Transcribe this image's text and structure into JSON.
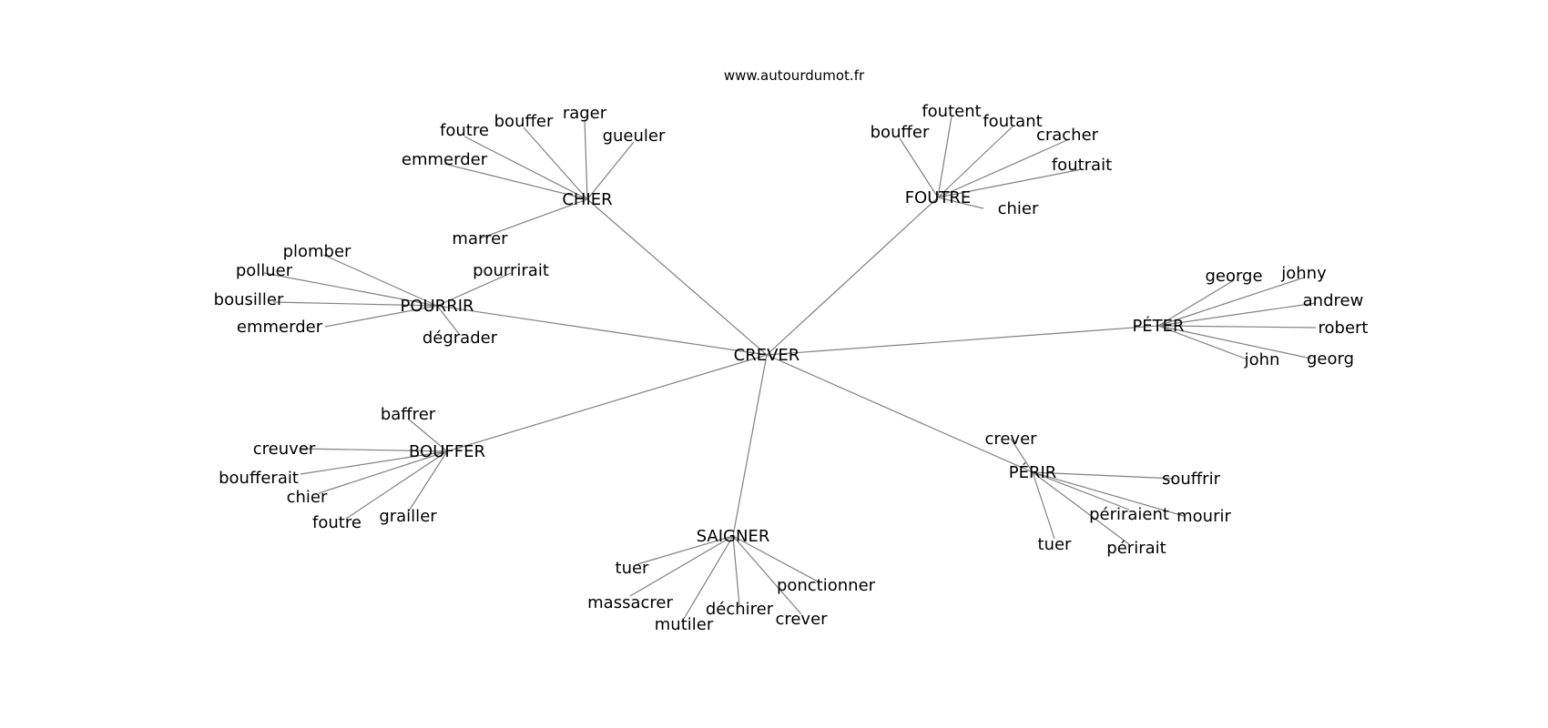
{
  "header": {
    "site_url": "www.autourdumot.fr"
  },
  "graph": {
    "center": "CREVER",
    "clusters": [
      {
        "label": "CHIER",
        "children": [
          "foutre",
          "bouffer",
          "rager",
          "gueuler",
          "emmerder",
          "marrer"
        ]
      },
      {
        "label": "FOUTRE",
        "children": [
          "bouffer",
          "foutent",
          "foutant",
          "cracher",
          "foutrait",
          "chier"
        ]
      },
      {
        "label": "POURRIR",
        "children": [
          "plomber",
          "polluer",
          "bousiller",
          "emmerder",
          "pourrirait",
          "dégrader"
        ]
      },
      {
        "label": "PÉTER",
        "children": [
          "george",
          "johny",
          "andrew",
          "robert",
          "john",
          "georg"
        ]
      },
      {
        "label": "BOUFFER",
        "children": [
          "baffrer",
          "creuver",
          "boufferait",
          "chier",
          "foutre",
          "grailler"
        ]
      },
      {
        "label": "SAIGNER",
        "children": [
          "tuer",
          "massacrer",
          "mutiler",
          "déchirer",
          "crever",
          "ponctionner"
        ]
      },
      {
        "label": "PÉRIR",
        "children": [
          "crever",
          "souffrir",
          "périraient",
          "mourir",
          "tuer",
          "périrait"
        ]
      }
    ]
  }
}
